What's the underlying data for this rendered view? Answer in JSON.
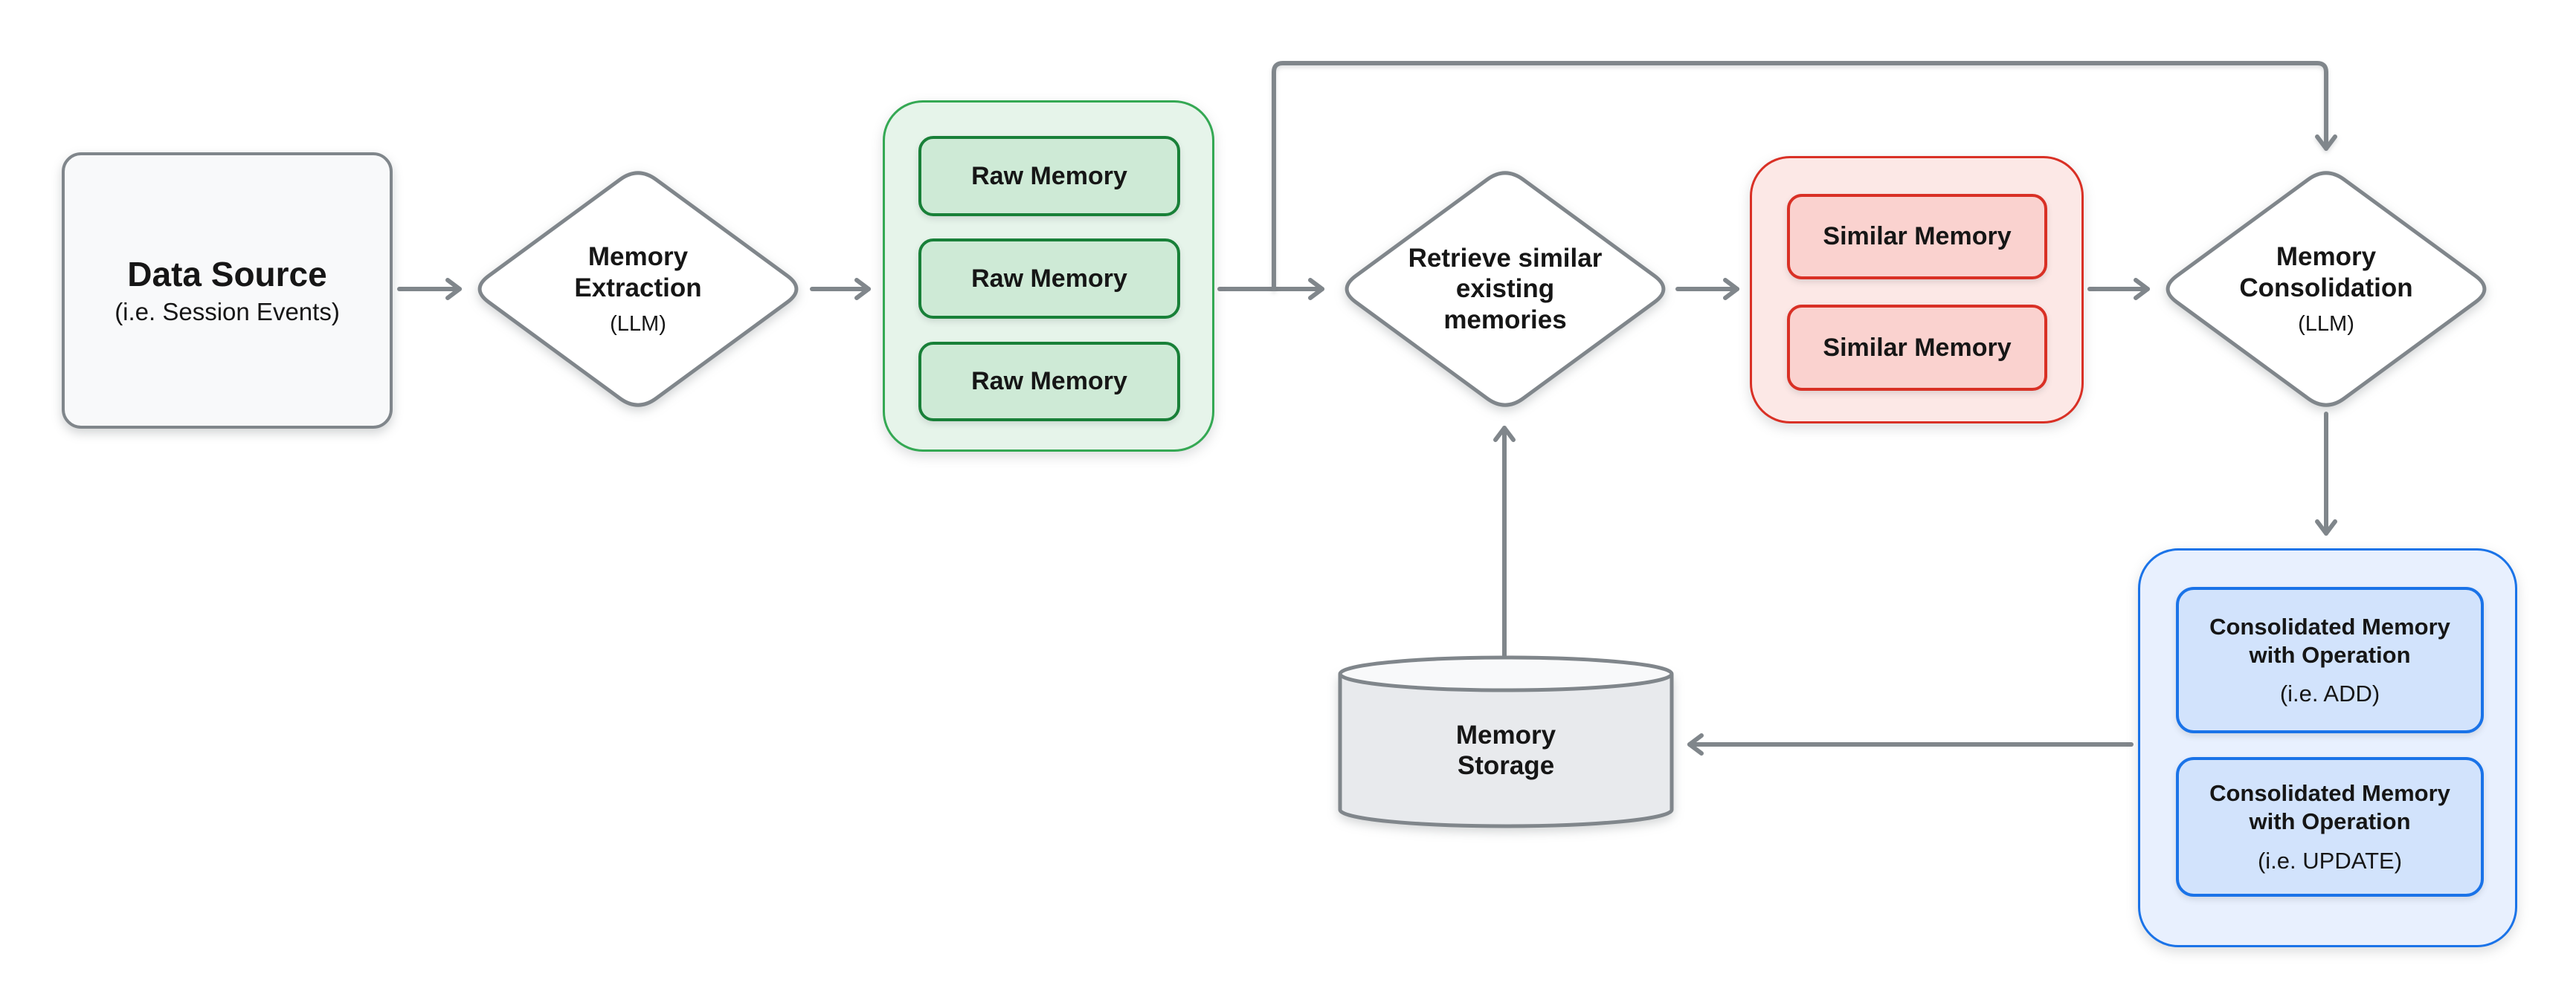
{
  "diagram": {
    "colors": {
      "arrow": "#80868b",
      "gray_node_fill": "#f8f9fa",
      "gray_node_border": "#80868b",
      "green_group_fill": "#e6f4ea",
      "green_group_border": "#34a853",
      "green_chip_fill": "#ceead6",
      "green_chip_border": "#188038",
      "red_group_fill": "#fce8e6",
      "red_group_border": "#d93025",
      "red_chip_fill": "#fad2cf",
      "red_chip_border": "#d93025",
      "blue_group_fill": "#e8f0fe",
      "blue_group_border": "#1a73e8",
      "blue_chip_fill": "#d2e3fc",
      "blue_chip_border": "#1a73e8",
      "cylinder_body_fill": "#e8eaed",
      "cylinder_top_fill": "#f8f9fa",
      "text": "#161616"
    },
    "nodes": {
      "data_source": {
        "title": "Data Source",
        "subtitle": "(i.e. Session Events)"
      },
      "memory_extraction": {
        "lines": [
          "Memory",
          "Extraction"
        ],
        "subtitle": "(LLM)"
      },
      "raw_memories": {
        "items": [
          "Raw Memory",
          "Raw Memory",
          "Raw Memory"
        ]
      },
      "retrieve": {
        "lines": [
          "Retrieve similar",
          "existing",
          "memories"
        ]
      },
      "similar_memories": {
        "items": [
          "Similar Memory",
          "Similar Memory"
        ]
      },
      "memory_consolidation": {
        "lines": [
          "Memory",
          "Consolidation"
        ],
        "subtitle": "(LLM)"
      },
      "consolidated": {
        "items": [
          {
            "lines": [
              "Consolidated Memory",
              "with Operation"
            ],
            "subtitle": "(i.e. ADD)"
          },
          {
            "lines": [
              "Consolidated Memory",
              "with Operation"
            ],
            "subtitle": "(i.e. UPDATE)"
          }
        ]
      },
      "memory_storage": {
        "lines": [
          "Memory",
          "Storage"
        ]
      }
    }
  }
}
